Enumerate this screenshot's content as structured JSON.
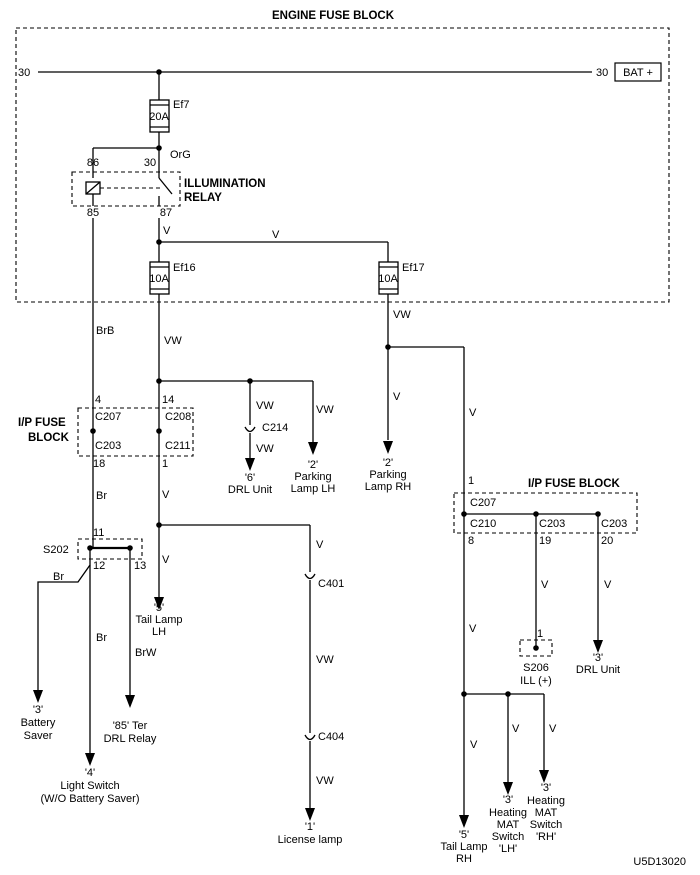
{
  "titles": {
    "engine_fuse_block": "ENGINE FUSE BLOCK",
    "illumination_relay_1": "ILLUMINATION",
    "illumination_relay_2": "RELAY",
    "ip_fuse_block_left_1": "I/P FUSE",
    "ip_fuse_block_left_2": "BLOCK",
    "ip_fuse_block_right": "I/P FUSE BLOCK",
    "diagram_code": "U5D13020"
  },
  "bus": {
    "left_pin": "30",
    "right_pin": "30",
    "bat_label": "BAT +"
  },
  "fuses": {
    "ef7": {
      "name": "Ef7",
      "rating": "20A"
    },
    "ef16": {
      "name": "Ef16",
      "rating": "10A"
    },
    "ef17": {
      "name": "Ef17",
      "rating": "10A"
    }
  },
  "relay_pins": {
    "p86": "86",
    "p30": "30",
    "p85": "85",
    "p87": "87"
  },
  "wires": {
    "org": "OrG",
    "v_relay": "V",
    "v_top": "V",
    "vw_ef17": "VW",
    "brb": "BrB",
    "vw_ef16": "VW",
    "vw_c214_in": "VW",
    "vw_c214_out": "VW",
    "vw_parking_lh": "VW",
    "v_parking_rh": "V",
    "v_right_main": "V",
    "br_main": "Br",
    "v_c211": "V",
    "v_tail_lh": "V",
    "v_license_top": "V",
    "br_battery_saver": "Br",
    "br_light_switch": "Br",
    "brw_drl_relay": "BrW",
    "vw_c401_c404": "VW",
    "vw_license": "VW",
    "v_s206": "V",
    "v_drl_right": "V",
    "v_c210_down": "V",
    "v_heating_lh": "V",
    "v_heating_rh": "V",
    "v_tail_rh": "V"
  },
  "connectors": {
    "c207_left": "C207",
    "c208": "C208",
    "c203_left": "C203",
    "c211": "C211",
    "pin4": "4",
    "pin14": "14",
    "pin18": "18",
    "pin1_c211": "1",
    "c214": "C214",
    "c401": "C401",
    "c404": "C404",
    "s202": "S202",
    "s202_pin11": "11",
    "s202_pin12": "12",
    "s202_pin13": "13",
    "c207_right": "C207",
    "c210": "C210",
    "c203_mid": "C203",
    "c203_right": "C203",
    "pin1_c207_right": "1",
    "pin8": "8",
    "pin19": "19",
    "pin20": "20",
    "s206_pin": "1"
  },
  "destinations": {
    "drl_unit_left": {
      "num": "'6'",
      "name": "DRL Unit"
    },
    "parking_lh": {
      "num": "'2'",
      "name1": "Parking",
      "name2": "Lamp LH"
    },
    "parking_rh": {
      "num": "'2'",
      "name1": "Parking",
      "name2": "Lamp RH"
    },
    "tail_lh": {
      "num": "'5'",
      "name1": "Tail Lamp",
      "name2": "LH"
    },
    "battery_saver": {
      "num": "'3'",
      "name1": "Battery",
      "name2": "Saver"
    },
    "drl_relay": {
      "num": "'85' Ter",
      "name": "DRL Relay"
    },
    "light_switch": {
      "num": "'4'",
      "name1": "Light Switch",
      "name2": "(W/O Battery Saver)"
    },
    "license_lamp": {
      "num": "'1'",
      "name": "License lamp"
    },
    "s206": {
      "name1": "S206",
      "name2": "ILL (+)"
    },
    "drl_unit_right": {
      "num": "'3'",
      "name": "DRL Unit"
    },
    "tail_rh": {
      "num": "'5'",
      "name1": "Tail Lamp",
      "name2": "RH"
    },
    "heating_lh": {
      "num": "'3'",
      "name1": "Heating",
      "name2": "MAT",
      "name3": "Switch",
      "name4": "'LH'"
    },
    "heating_rh": {
      "num": "'3'",
      "name1": "Heating",
      "name2": "MAT",
      "name3": "Switch",
      "name4": "'RH'"
    }
  }
}
